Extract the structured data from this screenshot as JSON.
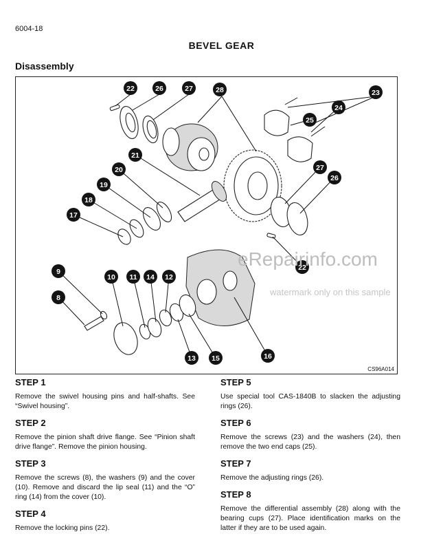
{
  "page": {
    "number": "6004-18",
    "title": "BEVEL GEAR",
    "section": "Disassembly"
  },
  "figure": {
    "code": "CS96A014",
    "callouts": [
      "22",
      "26",
      "27",
      "28",
      "23",
      "24",
      "25",
      "21",
      "20",
      "19",
      "18",
      "17",
      "27",
      "26",
      "22",
      "9",
      "8",
      "10",
      "11",
      "14",
      "12",
      "16",
      "15",
      "13"
    ]
  },
  "watermark": {
    "main": "eRepairinfo.com",
    "sub": "watermark only on this sample"
  },
  "steps": [
    {
      "label": "STEP 1",
      "text": "Remove the swivel housing pins and half-shafts. See “Swivel housing”."
    },
    {
      "label": "STEP 2",
      "text": "Remove the pinion shaft drive flange. See “Pinion shaft drive flange”. Remove the pinion housing."
    },
    {
      "label": "STEP 3",
      "text": "Remove the screws (8), the washers (9) and the cover (10). Remove and discard the lip seal (11) and the “O” ring (14) from the cover (10)."
    },
    {
      "label": "STEP 4",
      "text": "Remove the locking pins (22)."
    },
    {
      "label": "STEP 5",
      "text": "Use special tool CAS-1840B to slacken the adjusting rings (26)."
    },
    {
      "label": "STEP 6",
      "text": "Remove the screws (23) and the washers (24), then remove the two end caps (25)."
    },
    {
      "label": "STEP 7",
      "text": "Remove the adjusting rings (26)."
    },
    {
      "label": "STEP 8",
      "text": "Remove the differential assembly (28) along with the bearing cups (27). Place identification marks on the latter if they are to be used again."
    }
  ]
}
